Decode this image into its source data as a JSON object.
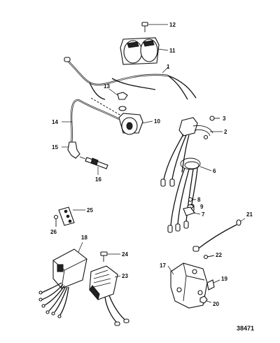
{
  "diagram": {
    "callouts": {
      "c1": "1",
      "c2": "2",
      "c3": "3",
      "c6": "6",
      "c7": "7",
      "c8": "8",
      "c9": "9",
      "c10": "10",
      "c11": "11",
      "c12": "12",
      "c13": "13",
      "c14": "14",
      "c15": "15",
      "c16": "16",
      "c17": "17",
      "c18": "18",
      "c19": "19",
      "c20": "20",
      "c21": "21",
      "c22": "22",
      "c23": "23",
      "c24": "24",
      "c25": "25",
      "c26": "26"
    },
    "figure_number": "38471"
  }
}
